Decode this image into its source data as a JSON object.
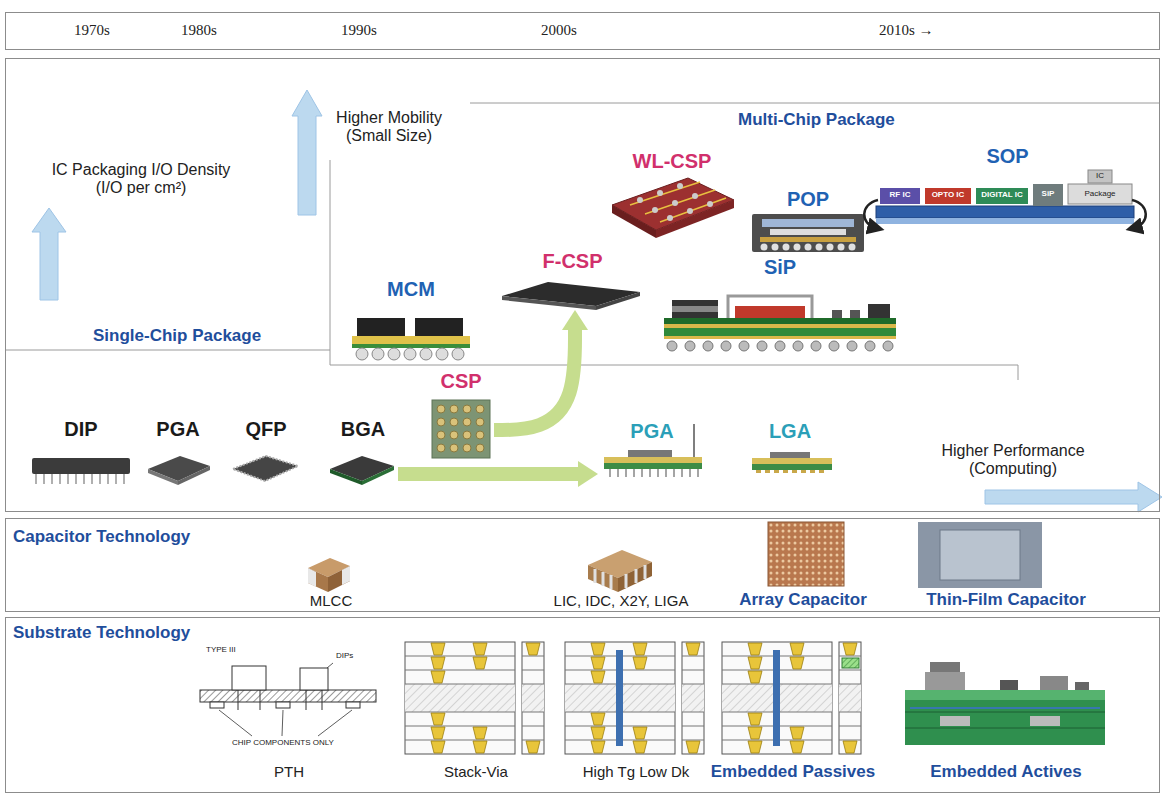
{
  "diagram": {
    "nodes": [
      {
        "text": [
          "1970s",
          "1980s",
          "1990s",
          "2000s",
          "2010s →"
        ]
      },
      {
        "text": [
          "IC Packaging I/O Density (I/O per cm²)",
          "Higher Mobility (Small Size)",
          "Higher Performance (Computing)"
        ]
      },
      {
        "text": [
          "Multi-Chip Package"
        ],
        "in": 1
      },
      {
        "text": [
          "WL-CSP"
        ],
        "in": 2
      },
      {
        "text": [
          "SOP"
        ],
        "in": 2
      },
      {
        "text": [
          "POP"
        ],
        "in": 2
      },
      {
        "text": [
          "F-CSP"
        ],
        "in": 2
      },
      {
        "text": [
          "SiP"
        ],
        "in": 2
      },
      {
        "text": [
          "MCM"
        ],
        "in": 2
      },
      {
        "text": [
          "Single-Chip Package"
        ],
        "in": 1
      },
      {
        "text": [
          "CSP"
        ],
        "in": 9
      },
      {
        "text": [
          "DIP"
        ],
        "in": 9
      },
      {
        "text": [
          "PGA"
        ],
        "in": 9
      },
      {
        "text": [
          "QFP"
        ],
        "in": 9
      },
      {
        "text": [
          "BGA"
        ],
        "in": 9
      },
      {
        "text": [
          "PGA"
        ],
        "in": 9
      },
      {
        "text": [
          "LGA"
        ],
        "in": 9
      },
      {
        "text": [
          "Capacitor Technology",
          "MLCC",
          "LIC, IDC, X2Y, LIGA",
          "Array Capacitor",
          "Thin-Film Capacitor"
        ]
      },
      {
        "text": [
          "Substrate Technology",
          "PTH",
          "Stack-Via",
          "High Tg Low Dk",
          "Embedded Passives",
          "Embedded Actives"
        ]
      }
    ],
    "edges": [
      {
        "from": 10,
        "to": 6,
        "arrow": "to"
      },
      {
        "from": 14,
        "to": 15,
        "arrow": "to"
      }
    ],
    "labels": [
      "TYPE III",
      "DIPs",
      "CHIP COMPONENTS ONLY",
      "RF IC",
      "OPTO IC",
      "DIGITAL IC",
      "SiP",
      "IC",
      "Package"
    ]
  }
}
